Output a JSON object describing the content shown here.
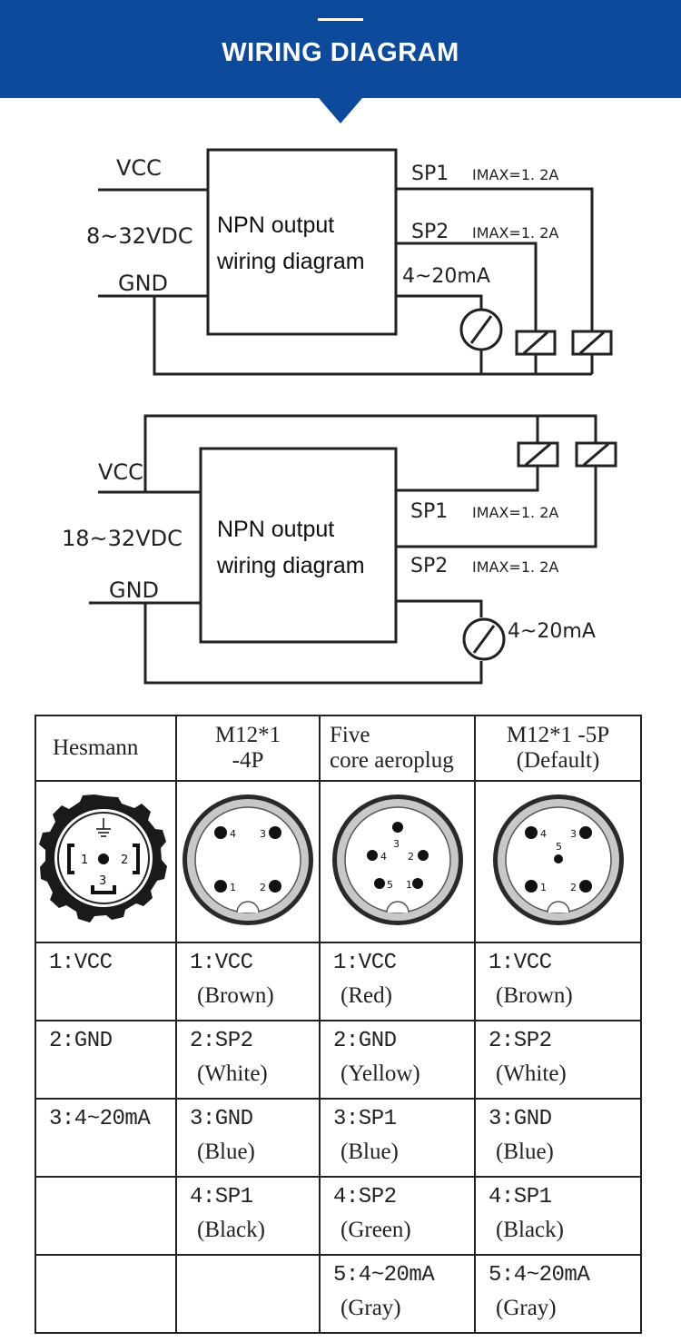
{
  "banner": {
    "title": "WIRING DIAGRAM",
    "color": "#0d4a9b"
  },
  "diagram1": {
    "vcc": "VCC",
    "voltage": "8~32VDC",
    "gnd": "GND",
    "box_line1": "NPN output",
    "box_line2": "wiring diagram",
    "sp1": "SP1",
    "sp1_imax": "IMAX=1. 2A",
    "sp2": "SP2",
    "sp2_imax": "IMAX=1. 2A",
    "analog": "4~20mA"
  },
  "diagram2": {
    "vcc": "VCC",
    "voltage": "18~32VDC",
    "gnd": "GND",
    "box_line1": "NPN output",
    "box_line2": "wiring diagram",
    "sp1": "SP1",
    "sp1_imax": "IMAX=1. 2A",
    "sp2": "SP2",
    "sp2_imax": "IMAX=1. 2A",
    "analog": "4~20mA"
  },
  "table": {
    "headers": [
      {
        "line1": "Hesmann",
        "line2": ""
      },
      {
        "line1": "M12*1",
        "line2": "-4P"
      },
      {
        "line1": "Five",
        "line2": "core aeroplug"
      },
      {
        "line1": "M12*1 -5P",
        "line2": "(Default)"
      }
    ],
    "connectors": {
      "hesmann": {
        "pins": [
          "1",
          "2",
          "3"
        ]
      },
      "m12_4p": {
        "pins": [
          "4",
          "3",
          "1",
          "2"
        ]
      },
      "five_core": {
        "pins": [
          "3",
          "4",
          "2",
          "5",
          "1"
        ]
      },
      "m12_5p": {
        "pins": [
          "4",
          "5",
          "3",
          "1",
          "2"
        ]
      }
    },
    "rows": [
      [
        {
          "code": "1:VCC",
          "color": ""
        },
        {
          "code": "1:VCC",
          "color": "(Brown)"
        },
        {
          "code": "1:VCC",
          "color": "(Red)"
        },
        {
          "code": "1:VCC",
          "color": "(Brown)"
        }
      ],
      [
        {
          "code": "2:GND",
          "color": ""
        },
        {
          "code": "2:SP2",
          "color": "(White)"
        },
        {
          "code": "2:GND",
          "color": "(Yellow)"
        },
        {
          "code": "2:SP2",
          "color": "(White)"
        }
      ],
      [
        {
          "code": "3:4~20mA",
          "color": ""
        },
        {
          "code": "3:GND",
          "color": "(Blue)"
        },
        {
          "code": "3:SP1",
          "color": "(Blue)"
        },
        {
          "code": "3:GND",
          "color": "(Blue)"
        }
      ],
      [
        {
          "code": "",
          "color": ""
        },
        {
          "code": "4:SP1",
          "color": "(Black)"
        },
        {
          "code": "4:SP2",
          "color": "(Green)"
        },
        {
          "code": "4:SP1",
          "color": "(Black)"
        }
      ],
      [
        {
          "code": "",
          "color": ""
        },
        {
          "code": "",
          "color": ""
        },
        {
          "code": "5:4~20mA",
          "color": "(Gray)"
        },
        {
          "code": "5:4~20mA",
          "color": "(Gray)"
        }
      ]
    ]
  }
}
